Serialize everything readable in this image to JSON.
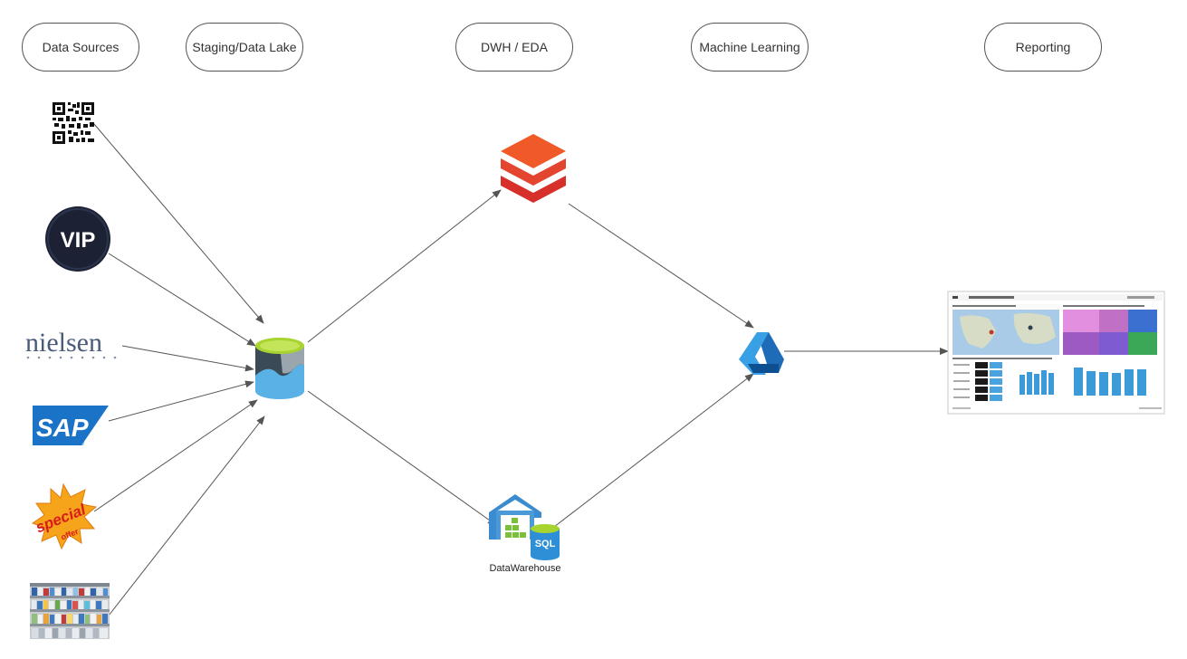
{
  "headers": {
    "sources": "Data Sources",
    "staging": "Staging/Data Lake",
    "dwh": "DWH / EDA",
    "ml": "Machine Learning",
    "reporting": "Reporting"
  },
  "sources": {
    "vip": "VIP",
    "nielsen": "nielsen",
    "sap": "SAP",
    "special_offer_top": "special",
    "special_offer_bottom": "offer"
  },
  "datawarehouse": {
    "label": "DataWarehouse",
    "sql": "SQL"
  },
  "colors": {
    "arrow": "#555555",
    "databricks": "#e4452f",
    "azure_blue": "#2f8fd6",
    "lake_green": "#a7d42e",
    "vip_bg": "#1c2233",
    "nielsen": "#4a5b7a",
    "sap_blue": "#1a73c7"
  },
  "icons": [
    "qr-code-icon",
    "vip-icon",
    "nielsen-logo",
    "sap-logo",
    "special-offer-icon",
    "store-shelves-icon",
    "data-lake-icon",
    "databricks-icon",
    "datawarehouse-icon",
    "azure-ml-icon",
    "dashboard-thumbnail"
  ]
}
